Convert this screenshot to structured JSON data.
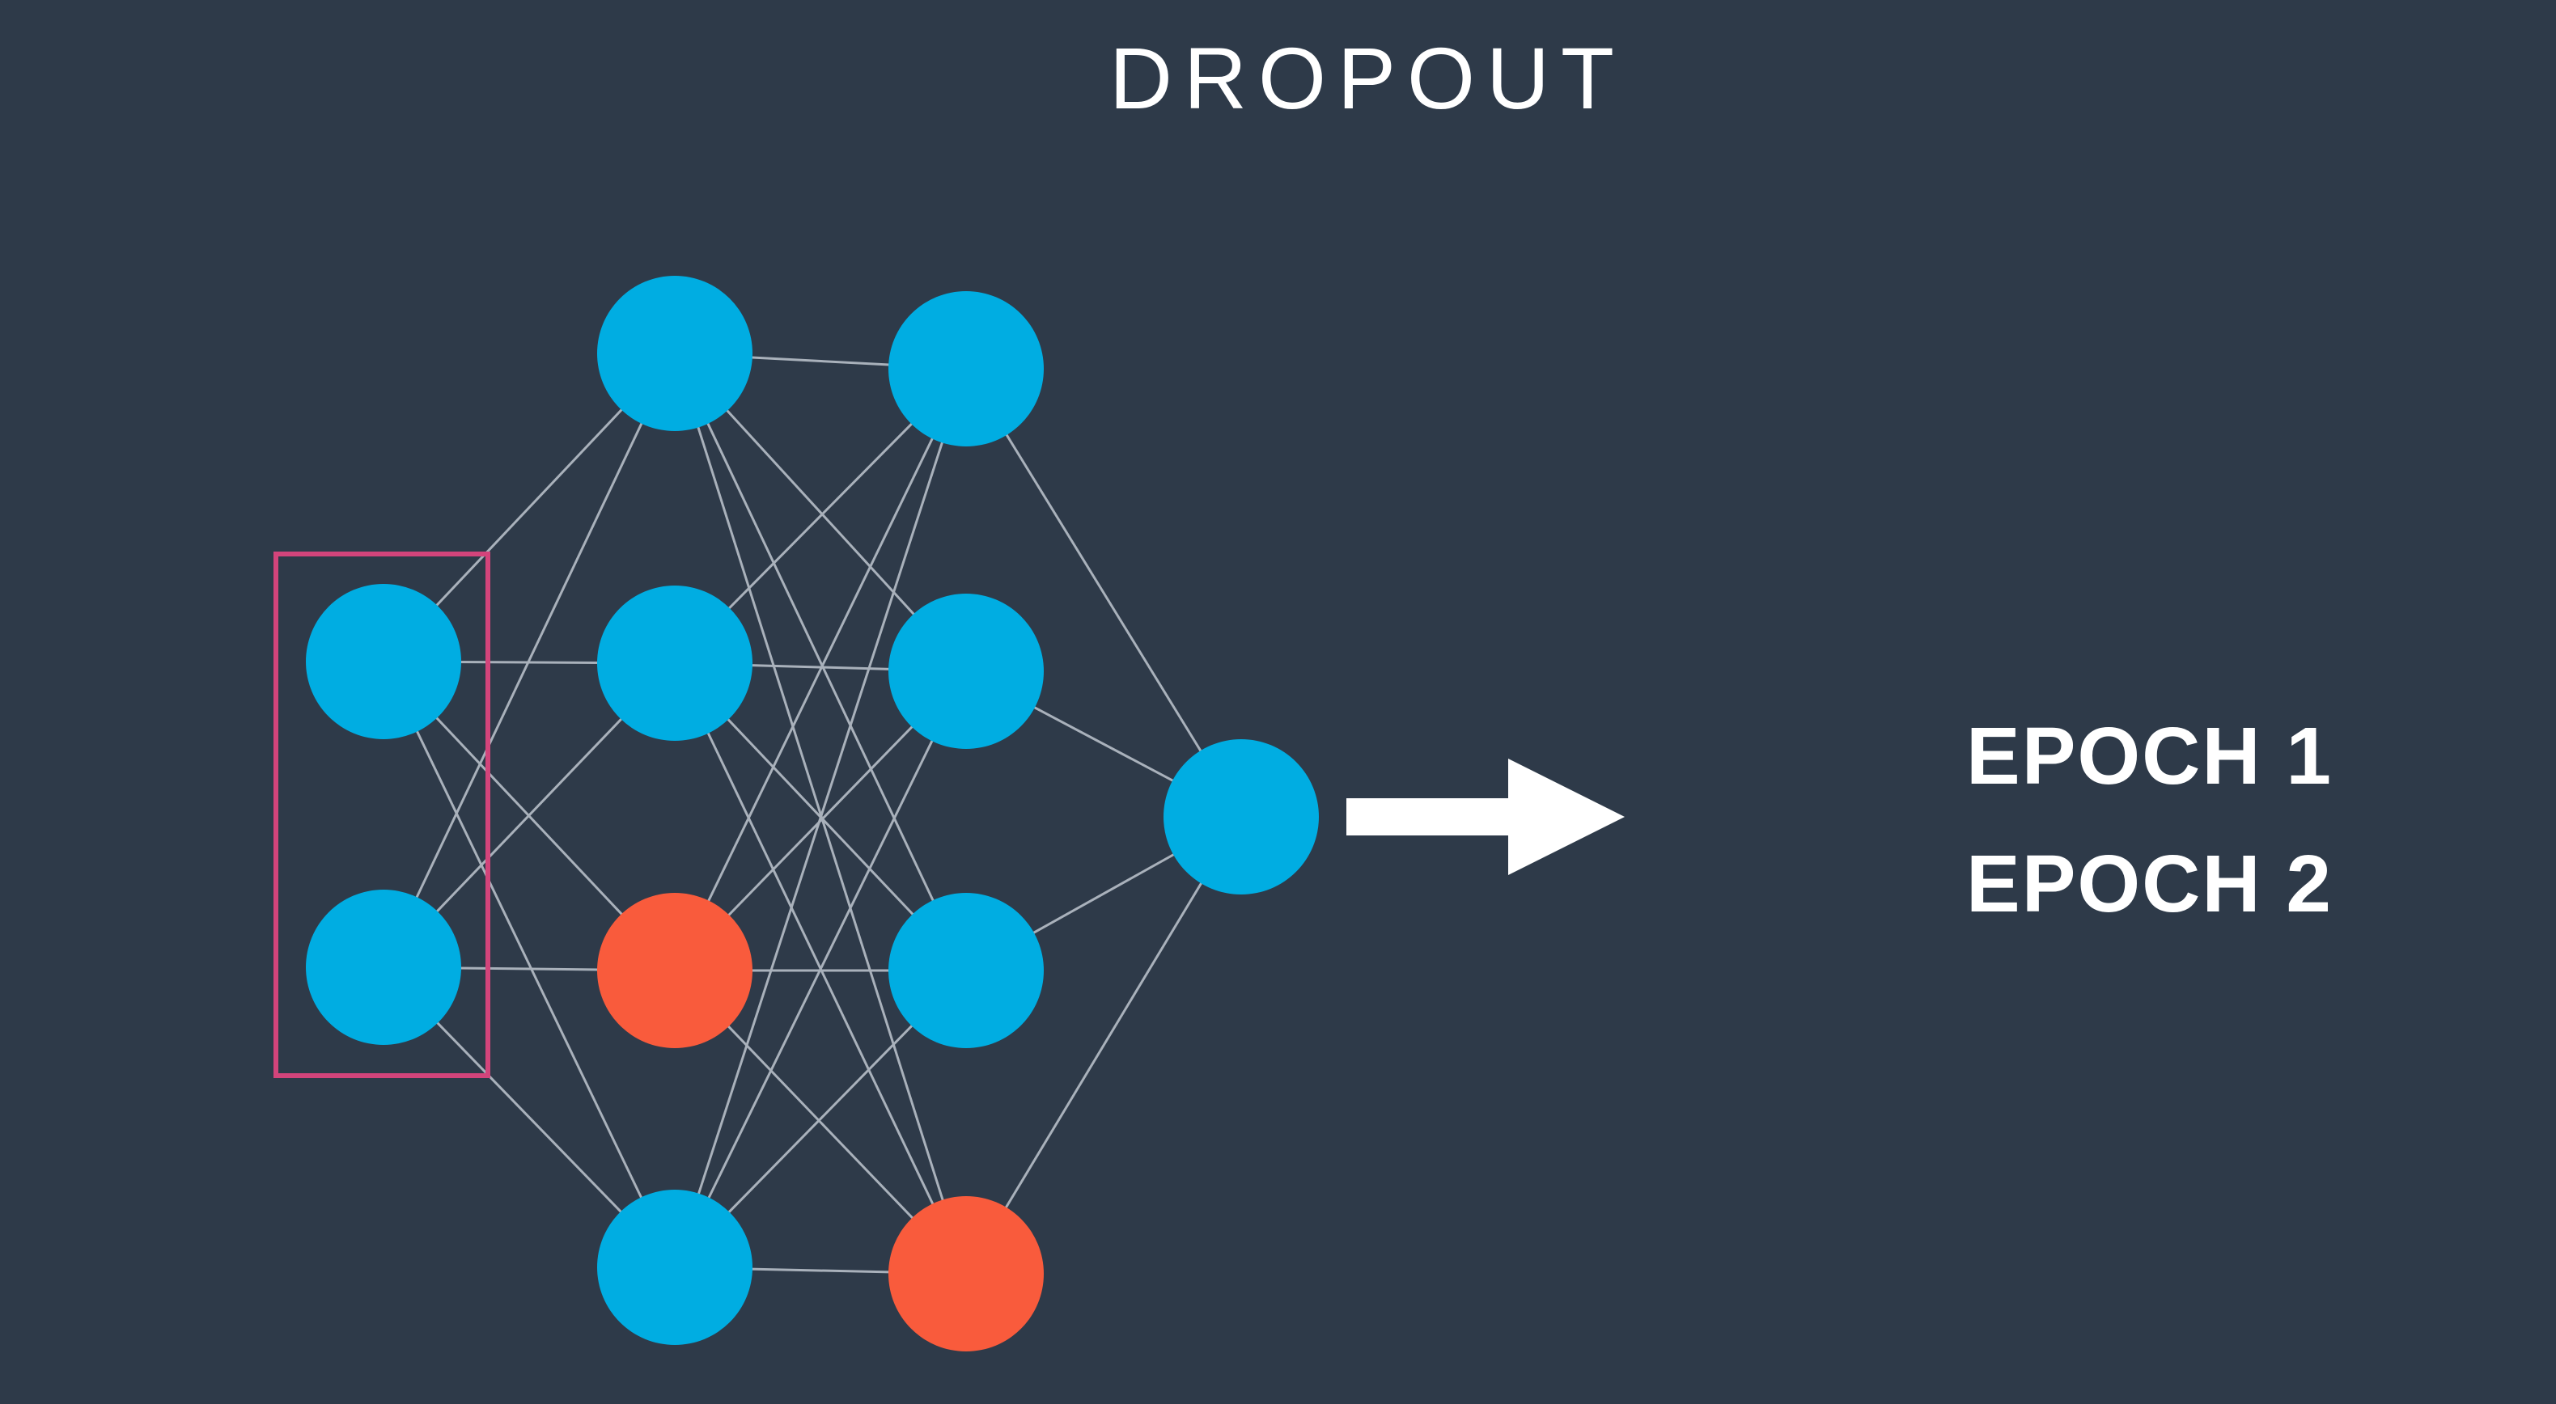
{
  "title": "DROPOUT",
  "epochs": [
    "EPOCH 1",
    "EPOCH 2"
  ],
  "colors": {
    "background": "#2e3a49",
    "active_node": "#00ade2",
    "dropped_node": "#f95b3c",
    "edge": "#a9b1bb",
    "highlight_box": "#d3447b",
    "arrow": "#ffffff"
  },
  "network": {
    "layers": [
      {
        "name": "input",
        "nodes": [
          "active",
          "active"
        ]
      },
      {
        "name": "hidden-1",
        "nodes": [
          "active",
          "active",
          "dropped",
          "active"
        ]
      },
      {
        "name": "hidden-2",
        "nodes": [
          "active",
          "active",
          "active",
          "dropped"
        ]
      },
      {
        "name": "output",
        "nodes": [
          "active"
        ]
      }
    ],
    "highlighted_layer": "input"
  }
}
